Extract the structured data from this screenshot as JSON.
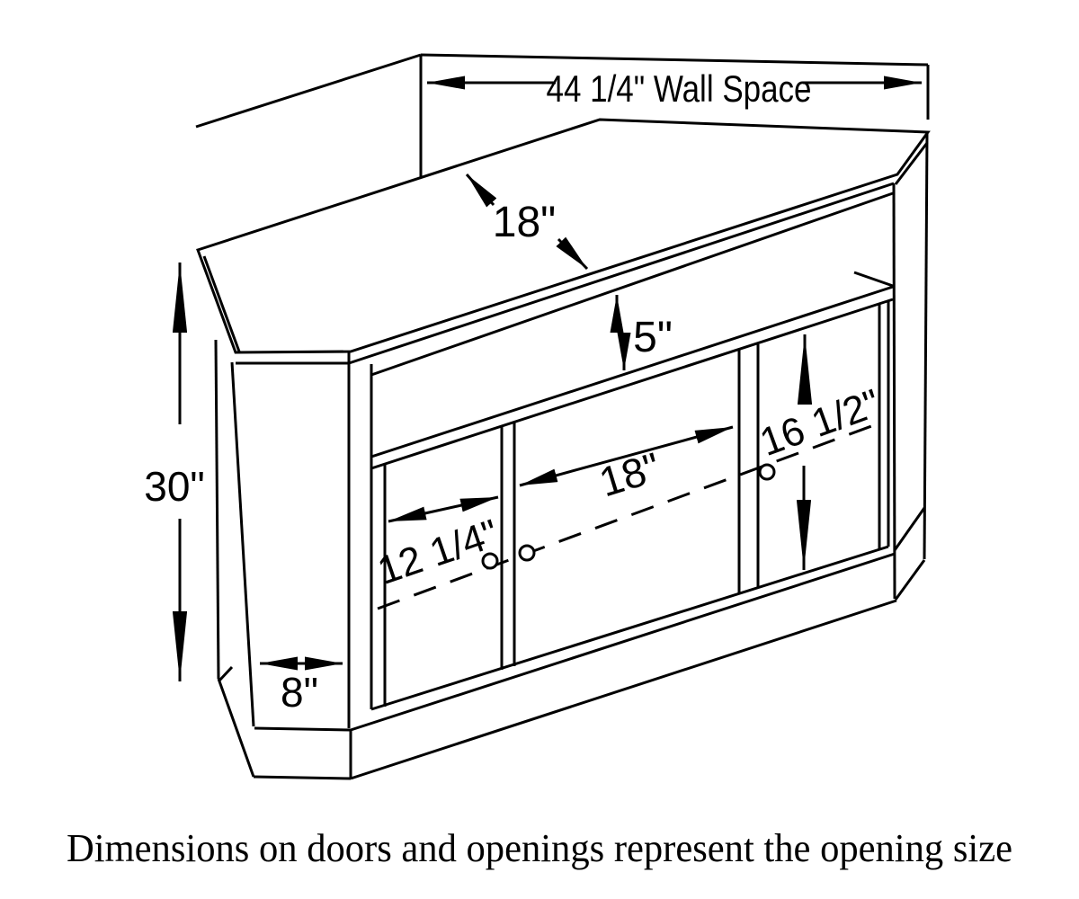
{
  "caption": "Dimensions on doors and openings represent the opening size",
  "dimensions": {
    "wall_space": {
      "label": "44 1/4\" Wall Space"
    },
    "top_depth": {
      "label": "18\""
    },
    "shelf_opening": {
      "label": "5\""
    },
    "overall_height": {
      "label": "30\""
    },
    "left_door": {
      "label": "12 1/4\""
    },
    "center_opening": {
      "label": "18\""
    },
    "right_door": {
      "label": "16 1/2\""
    },
    "side_width": {
      "label": "8\""
    }
  },
  "colors": {
    "line": "#000000",
    "background": "#ffffff"
  }
}
